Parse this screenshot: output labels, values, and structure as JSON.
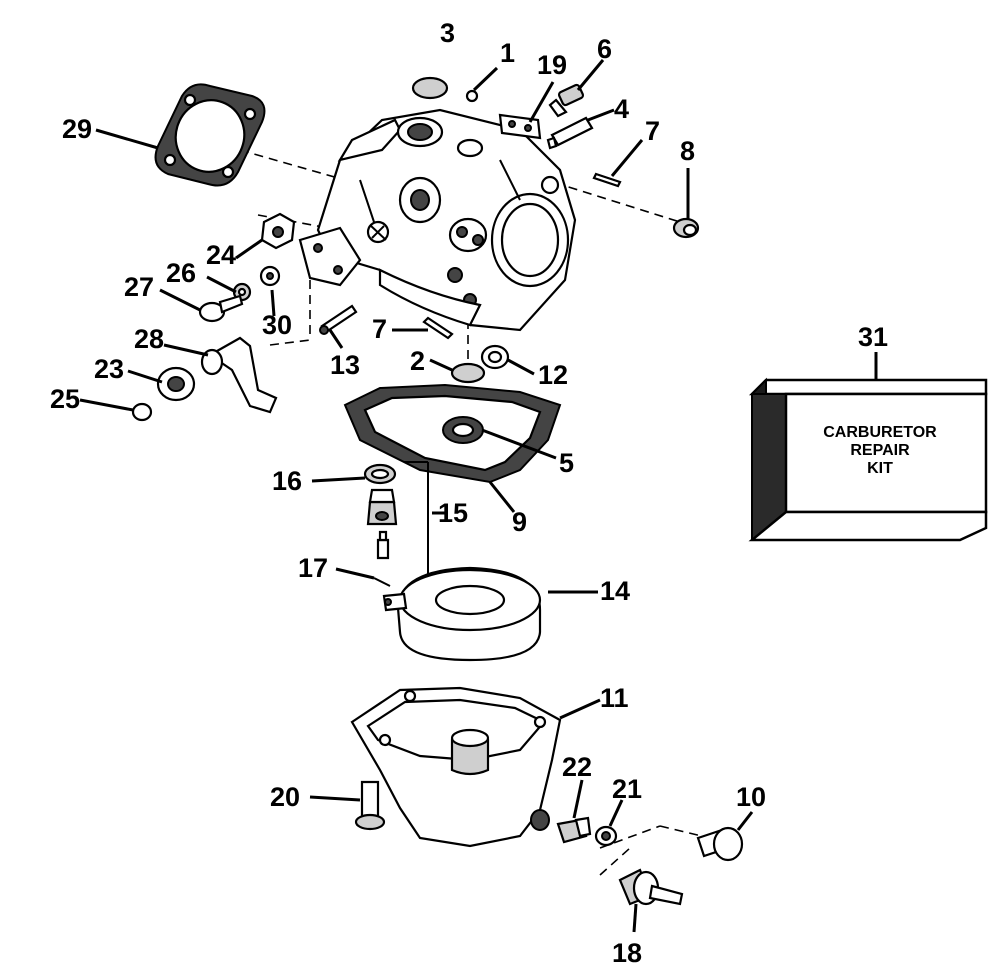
{
  "callouts": {
    "c1": "1",
    "c2": "2",
    "c3": "3",
    "c4": "4",
    "c5": "5",
    "c6": "6",
    "c7a": "7",
    "c7b": "7",
    "c8": "8",
    "c9": "9",
    "c10": "10",
    "c11": "11",
    "c12": "12",
    "c13": "13",
    "c14": "14",
    "c15": "15",
    "c16": "16",
    "c17": "17",
    "c18": "18",
    "c19": "19",
    "c20": "20",
    "c21": "21",
    "c22": "22",
    "c23": "23",
    "c24": "24",
    "c25": "25",
    "c26": "26",
    "c27": "27",
    "c28": "28",
    "c29": "29",
    "c30": "30",
    "c31": "31"
  },
  "kit": {
    "line1": "CARBURETOR",
    "line2": "REPAIR",
    "line3": "KIT"
  }
}
